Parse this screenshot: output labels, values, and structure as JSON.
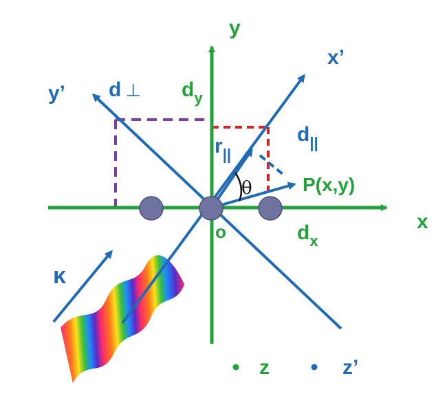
{
  "labels": {
    "y_axis": "y",
    "x_axis": "x",
    "y_prime": "y’",
    "x_prime": "x’",
    "d_perp": "d",
    "d_perp_sym": "⊥",
    "d_y": "d",
    "d_y_sub": "y",
    "d_par": "d",
    "d_par_sub": "||",
    "r_par": "r",
    "r_par_sub": "||",
    "theta": "θ",
    "point": "P(x,y)",
    "origin": "o",
    "d_x": "d",
    "d_x_sub": "x",
    "kappa": "κ",
    "z": "z",
    "z_prime": "z’"
  },
  "colors": {
    "green": "#22a33a",
    "blue": "#1f6bb5",
    "purple": "#7a3fa0",
    "red": "#e02020",
    "atom": "#6f73a0"
  }
}
